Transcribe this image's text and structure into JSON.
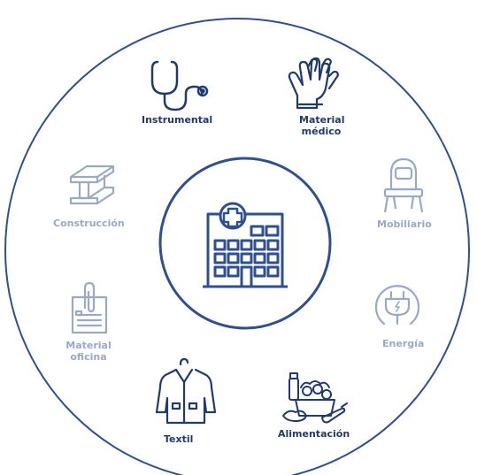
{
  "colors": {
    "dark": "#223a6b",
    "light": "#9aa9c4",
    "ring": "#2f4f8f"
  },
  "center": {
    "icon": "hospital-building-icon"
  },
  "categories": [
    {
      "id": "instrumental",
      "label": "Instrumental",
      "icon": "stethoscope-icon",
      "tone": "dark"
    },
    {
      "id": "material-medico",
      "label_1": "Material",
      "label_2": "médico",
      "icon": "gloves-icon",
      "tone": "dark"
    },
    {
      "id": "mobiliario",
      "label": "Mobiliario",
      "icon": "chair-icon",
      "tone": "light"
    },
    {
      "id": "energia",
      "label": "Energía",
      "icon": "plug-icon",
      "tone": "light"
    },
    {
      "id": "alimentacion",
      "label": "Alimentación",
      "icon": "groceries-icon",
      "tone": "dark"
    },
    {
      "id": "textil",
      "label": "Textil",
      "icon": "coat-icon",
      "tone": "dark"
    },
    {
      "id": "material-oficina",
      "label_1": "Material",
      "label_2": "oficina",
      "icon": "clipboard-icon",
      "tone": "light"
    },
    {
      "id": "construccion",
      "label": "Construcción",
      "icon": "steel-beam-icon",
      "tone": "light"
    }
  ]
}
